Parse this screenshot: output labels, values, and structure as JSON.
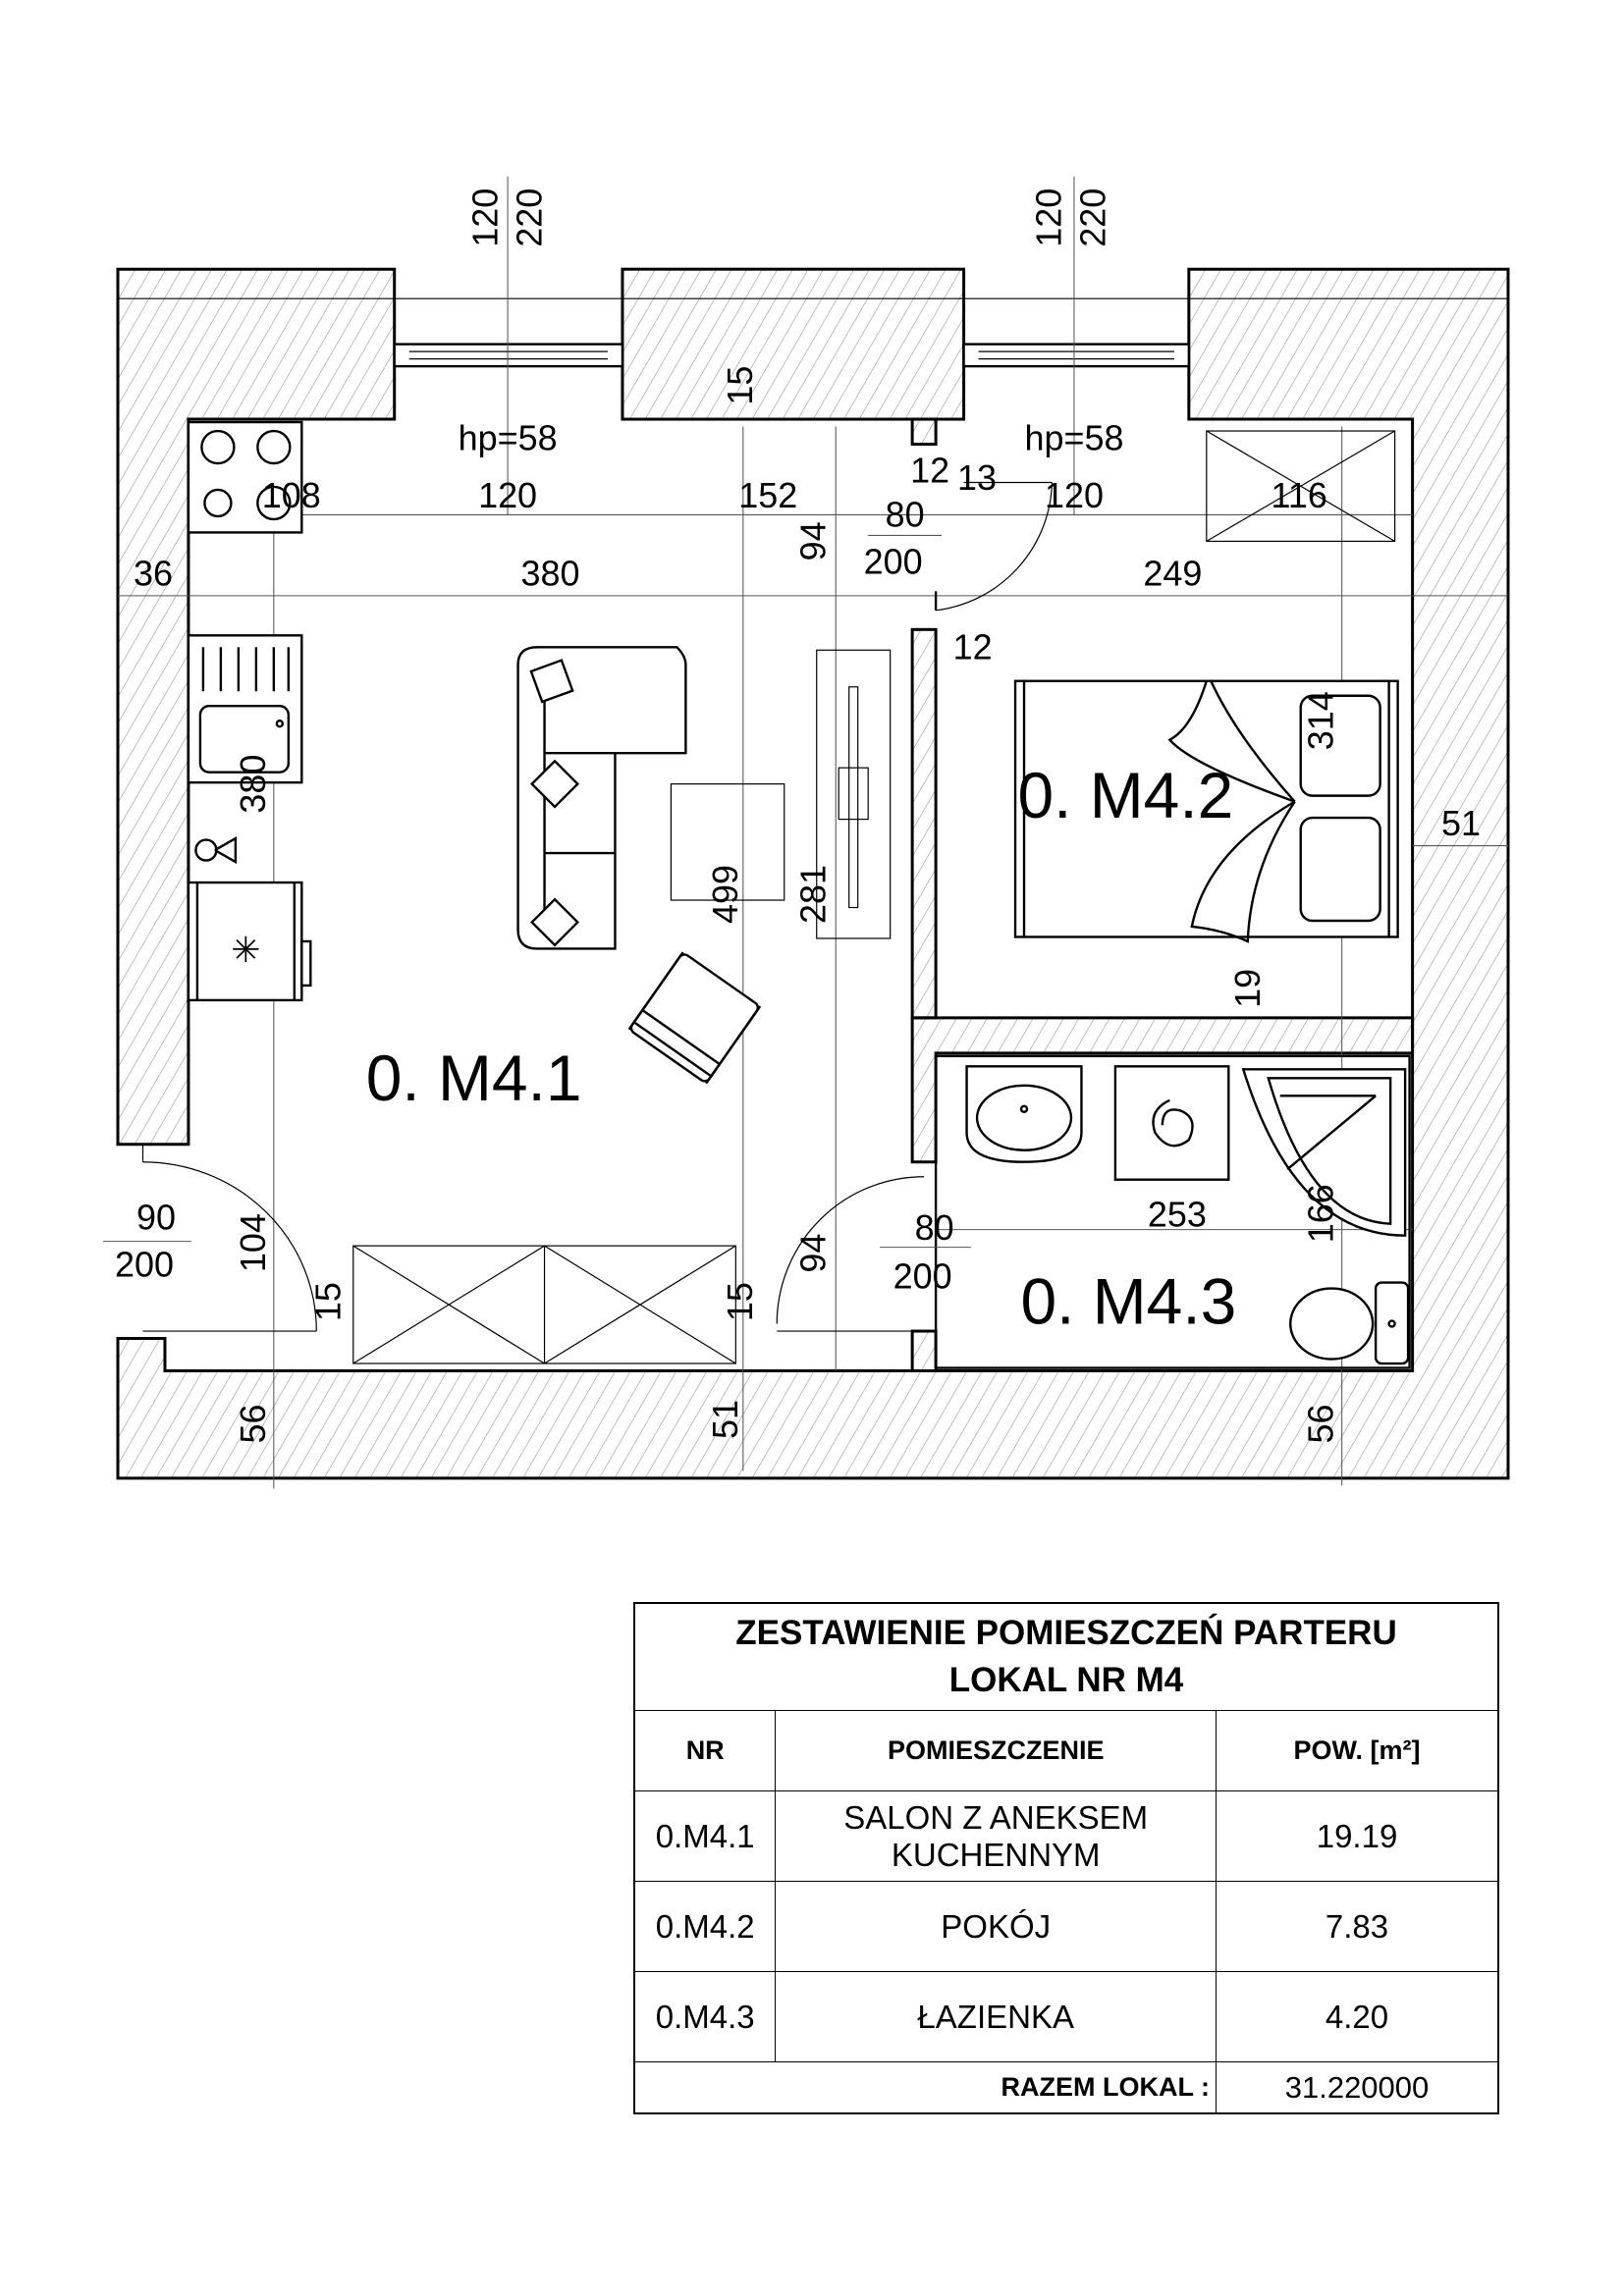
{
  "plan": {
    "rooms": {
      "r1": "0. M4.1",
      "r2": "0. M4.2",
      "r3": "0. M4.3"
    },
    "windows": {
      "w1_width": "120",
      "w1_height": "220",
      "w2_width": "120",
      "w2_height": "220",
      "w1_sill": "hp=58",
      "w2_sill": "hp=58"
    },
    "dims": {
      "d108": "108",
      "d120a": "120",
      "d152": "152",
      "d12a": "12",
      "d13": "13",
      "d120b": "120",
      "d116": "116",
      "d36": "36",
      "d380h": "380",
      "d249": "249",
      "d12b": "12",
      "d15top": "15",
      "d94top": "94",
      "d380v": "380",
      "d499": "499",
      "d281": "281",
      "d314": "314",
      "d51r": "51",
      "d19": "19",
      "d253": "253",
      "d166": "166",
      "d104": "104",
      "d15l": "15",
      "d15r": "15",
      "d94bot": "94",
      "d56l": "56",
      "d51b": "51",
      "d56r": "56"
    },
    "doors": {
      "bedroom_w": "80",
      "bedroom_h": "200",
      "bath_w": "80",
      "bath_h": "200",
      "entry_w": "90",
      "entry_h": "200"
    }
  },
  "table": {
    "title_line1": "ZESTAWIENIE POMIESZCZEŃ PARTERU",
    "title_line2": "LOKAL NR M4",
    "headers": {
      "nr": "NR",
      "room": "POMIESZCZENIE",
      "area": "POW.  [m²]"
    },
    "rows": [
      {
        "nr": "0.M4.1",
        "room_line1": "SALON Z ANEKSEM",
        "room_line2": "KUCHENNYM",
        "area": "19.19"
      },
      {
        "nr": "0.M4.2",
        "room_line1": "POKÓJ",
        "room_line2": "",
        "area": "7.83"
      },
      {
        "nr": "0.M4.3",
        "room_line1": "ŁAZIENKA",
        "room_line2": "",
        "area": "4.20"
      }
    ],
    "total_label": "RAZEM LOKAL :",
    "total_value": "31.220000"
  }
}
